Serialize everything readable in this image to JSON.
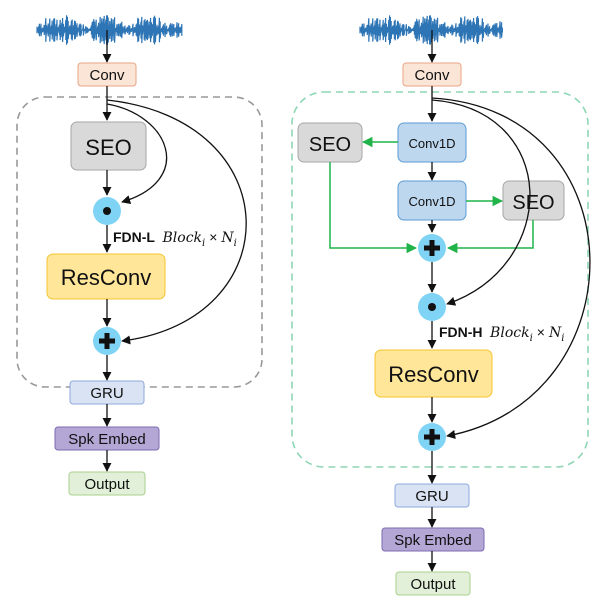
{
  "left_diagram": {
    "conv": "Conv",
    "seo": "SEO",
    "block_label": "FDN-L",
    "block_math": "Block",
    "block_sub": "i",
    "times": "×",
    "block_n": "N",
    "block_n_sub": "i",
    "resconv": "ResConv",
    "gru": "GRU",
    "spk_embed": "Spk Embed",
    "output": "Output"
  },
  "right_diagram": {
    "conv": "Conv",
    "conv1d_a": "Conv1D",
    "conv1d_b": "Conv1D",
    "seo_left": "SEO",
    "seo_right": "SEO",
    "block_label": "FDN-H",
    "block_math": "Block",
    "block_sub": "i",
    "times": "×",
    "block_n": "N",
    "block_n_sub": "i",
    "resconv": "ResConv",
    "gru": "GRU",
    "spk_embed": "Spk Embed",
    "output": "Output"
  },
  "colors": {
    "waveform": "#2e75b6",
    "conv_fill": "#fbe5d6",
    "conv_stroke": "#e7a585",
    "seo_fill": "#d9d9d9",
    "seo_stroke": "#a6a6a6",
    "resconv_fill": "#ffe699",
    "resconv_stroke": "#f4c430",
    "gru_fill": "#dae3f3",
    "gru_stroke": "#8faadc",
    "spk_fill": "#b4a7d6",
    "spk_stroke": "#7c6bb0",
    "output_fill": "#e2f0d9",
    "output_stroke": "#a9d18e",
    "conv1d_fill": "#bdd7ee",
    "conv1d_stroke": "#5b9bd5",
    "op_circle": "#7fd4f5",
    "green_arrow": "#1fb34a",
    "left_frame": "#999999",
    "right_frame": "#8ed6b4"
  }
}
